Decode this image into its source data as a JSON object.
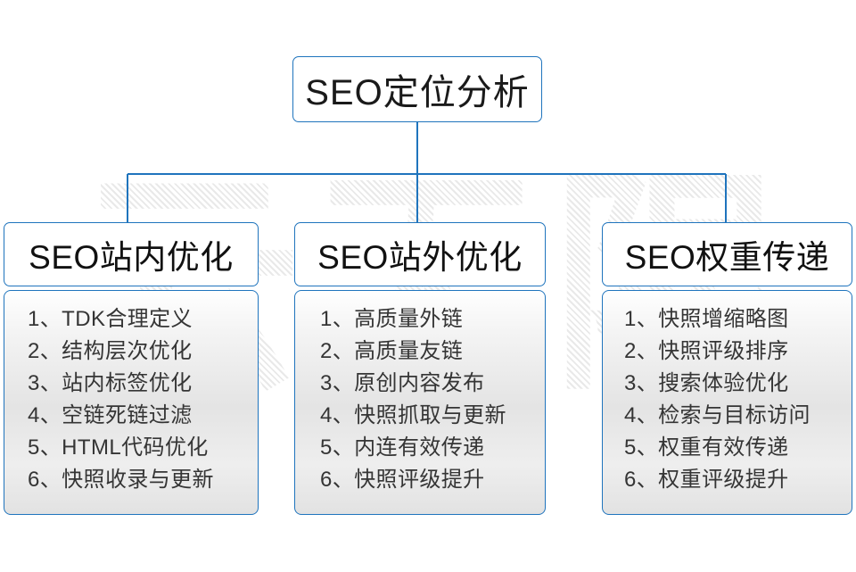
{
  "watermark": {
    "text": "云无限"
  },
  "title": {
    "label": "SEO定位分析"
  },
  "colors": {
    "border_blue": "#1f74bd",
    "connector_blue": "#1f74bd",
    "title_text": "#1a1a1a",
    "item_text": "#353535",
    "page_background": "#ffffff",
    "watermark_gray": "#e9e9e9"
  },
  "columns": [
    {
      "header": "SEO站内优化",
      "items": [
        "1、TDK合理定义",
        "2、结构层次优化",
        "3、站内标签优化",
        "4、空链死链过滤",
        "5、HTML代码优化",
        "6、快照收录与更新"
      ]
    },
    {
      "header": "SEO站外优化",
      "items": [
        "1、高质量外链",
        "2、高质量友链",
        "3、原创内容发布",
        "4、快照抓取与更新",
        "5、内连有效传递",
        "6、快照评级提升"
      ]
    },
    {
      "header": "SEO权重传递",
      "items": [
        "1、快照增缩略图",
        "2、快照评级排序",
        "3、搜索体验优化",
        "4、检索与目标访问",
        "5、权重有效传递",
        "6、权重评级提升"
      ]
    }
  ]
}
